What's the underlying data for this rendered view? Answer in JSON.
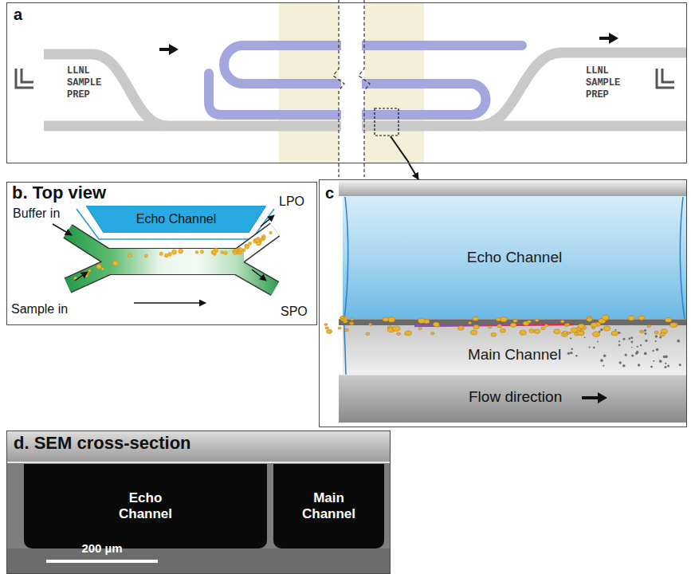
{
  "diagram": {
    "nodes": [
      {
        "text": [
          "a"
        ]
      },
      {
        "text": [
          "b. Top view"
        ]
      },
      {
        "text": [
          "Echo Channel"
        ],
        "in": 1
      },
      {
        "text": [
          "c"
        ]
      },
      {
        "text": [
          "Echo Channel"
        ],
        "in": 3
      },
      {
        "text": [
          "Main Channel"
        ],
        "in": 3
      },
      {
        "text": [
          "d. SEM cross-section"
        ]
      },
      {
        "text": [
          "Echo Channel"
        ],
        "in": 6
      },
      {
        "text": [
          "Main Channel"
        ],
        "in": 6
      }
    ],
    "edges": [
      {
        "from": 0,
        "to": 3,
        "arrow": "to"
      }
    ],
    "labels": [
      "LLNL SAMPLE PREP",
      "LLNL SAMPLE PREP",
      "Buffer in",
      "LPO",
      "Sample in",
      "SPO",
      "Flow direction",
      "200 µm"
    ]
  }
}
